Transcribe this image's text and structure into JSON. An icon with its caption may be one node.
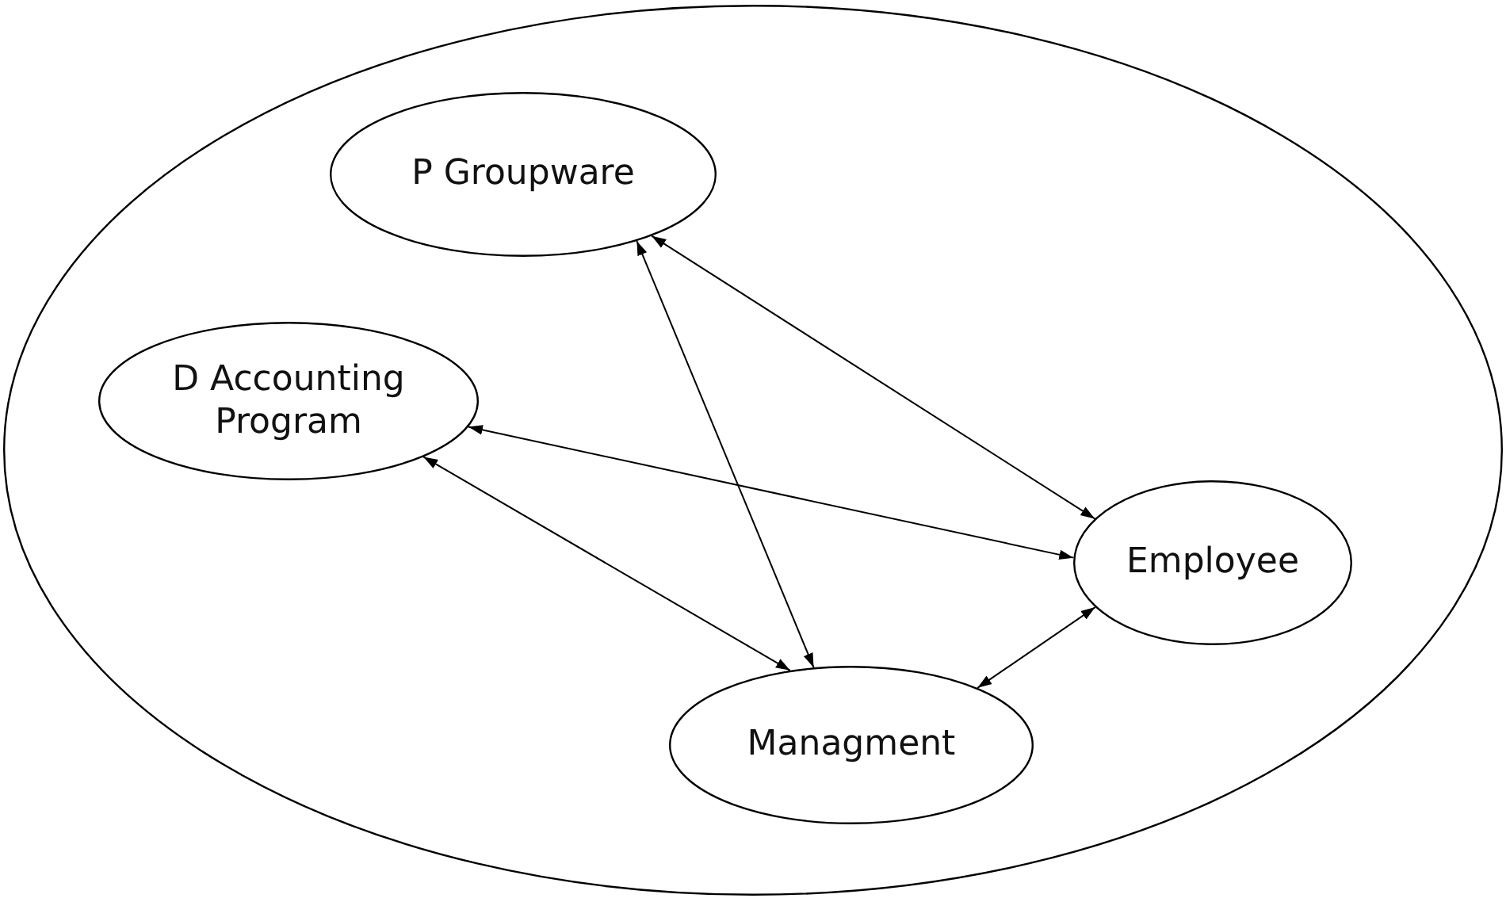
{
  "diagram": {
    "nodes": [
      {
        "text": [],
        "shape": "circle"
      },
      {
        "text": [
          "P Groupware"
        ],
        "in": 0
      },
      {
        "text": [
          "D Accounting Program"
        ],
        "in": 0
      },
      {
        "text": [
          "Employee"
        ],
        "in": 0
      },
      {
        "text": [
          "Managment"
        ],
        "in": 0
      }
    ],
    "edges": [
      {
        "from": 1,
        "to": 3,
        "arrow": "both"
      },
      {
        "from": 1,
        "to": 4,
        "arrow": "both"
      },
      {
        "from": 2,
        "to": 3,
        "arrow": "both"
      },
      {
        "from": 2,
        "to": 4,
        "arrow": "both"
      },
      {
        "from": 3,
        "to": 4,
        "arrow": "both"
      }
    ]
  }
}
